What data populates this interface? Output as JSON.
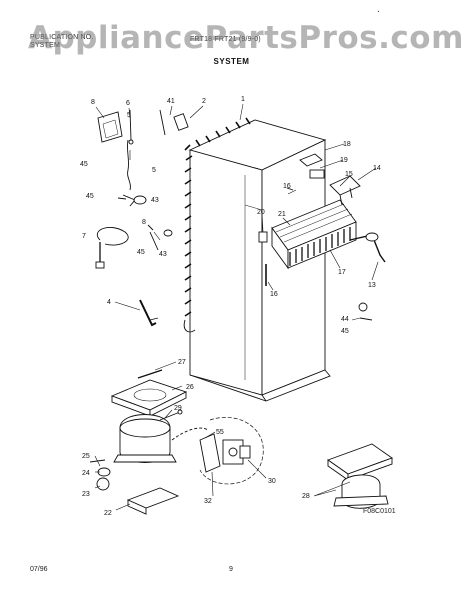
{
  "header": {
    "left_line1": "PUBLICATION NO.",
    "left_line2": "SYSTEM",
    "center": "FRT18 FRT21 (9/9-0)",
    "title": "SYSTEM",
    "corner_mark": "."
  },
  "watermark": "AppliancePartsPros.com",
  "footer": {
    "date": "07/96",
    "page": "9",
    "figure_code": "F08C0101"
  },
  "callouts": {
    "c1": "1",
    "c2": "2",
    "c4": "4",
    "c5a": "5",
    "c5b": "5",
    "c6": "6",
    "c7": "7",
    "c8": "8",
    "c13": "13",
    "c14": "14",
    "c15": "15",
    "c16": "16",
    "c17": "17",
    "c18": "18",
    "c19": "19",
    "c20": "20",
    "c21": "21",
    "c22": "22",
    "c23": "23",
    "c24": "24",
    "c25": "25",
    "c26": "26",
    "c27": "27",
    "c28": "28",
    "c29": "29",
    "c30": "30",
    "c32": "32",
    "c41": "41",
    "c43a": "43",
    "c43b": "43",
    "c44": "44",
    "c45a": "45",
    "c45b": "45",
    "c45c": "45",
    "c45d": "45",
    "c55": "55",
    "c8b": "8"
  },
  "colors": {
    "line": "#111111",
    "watermark": "#888888"
  }
}
